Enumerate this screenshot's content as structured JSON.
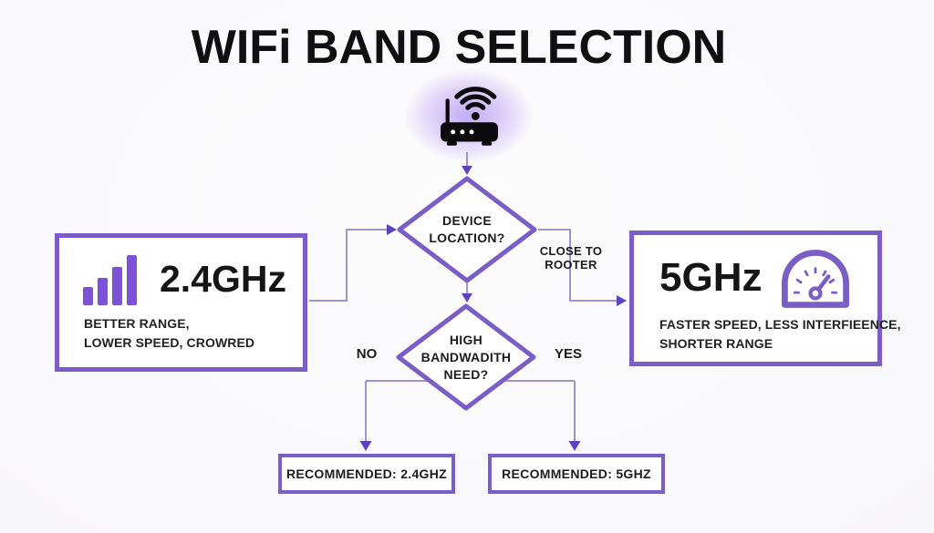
{
  "title": "WIFi BAND SELECTION",
  "router": {
    "icon": "wifi-router-icon"
  },
  "decisions": {
    "device_location": {
      "lines": [
        "DEVICE",
        "LOCATION?"
      ]
    },
    "high_bandwidth": {
      "lines": [
        "HIGH",
        "BANDWADITH",
        "NEED?"
      ]
    }
  },
  "branch_labels": {
    "close_to_router": {
      "lines": [
        "CLOSE TO",
        "ROOTER"
      ]
    },
    "no": "NO",
    "yes": "YES"
  },
  "bands": {
    "ghz24": {
      "name": "2.4GHz",
      "desc_lines": [
        "BETTER RANGE,",
        "LOWER SPEED, CROWRED"
      ],
      "icon": "signal-bars-icon"
    },
    "ghz5": {
      "name": "5GHz",
      "desc_lines": [
        "FASTER SPEED, LESS INTERFIEENCE,",
        "SHORTER RANGE"
      ],
      "icon": "speedometer-icon"
    }
  },
  "results": {
    "recommend_24": "RECOMMENDED: 2.4GHZ",
    "recommend_5": "RECOMMENDED: 5GHZ"
  },
  "colors": {
    "accent_purple": "#7a5dc7",
    "icon_purple": "#7d52d9",
    "connector_line": "#9e94cf",
    "arrowhead": "#5d41bd",
    "text": "#1c1c1e",
    "background": "#fafafb"
  }
}
